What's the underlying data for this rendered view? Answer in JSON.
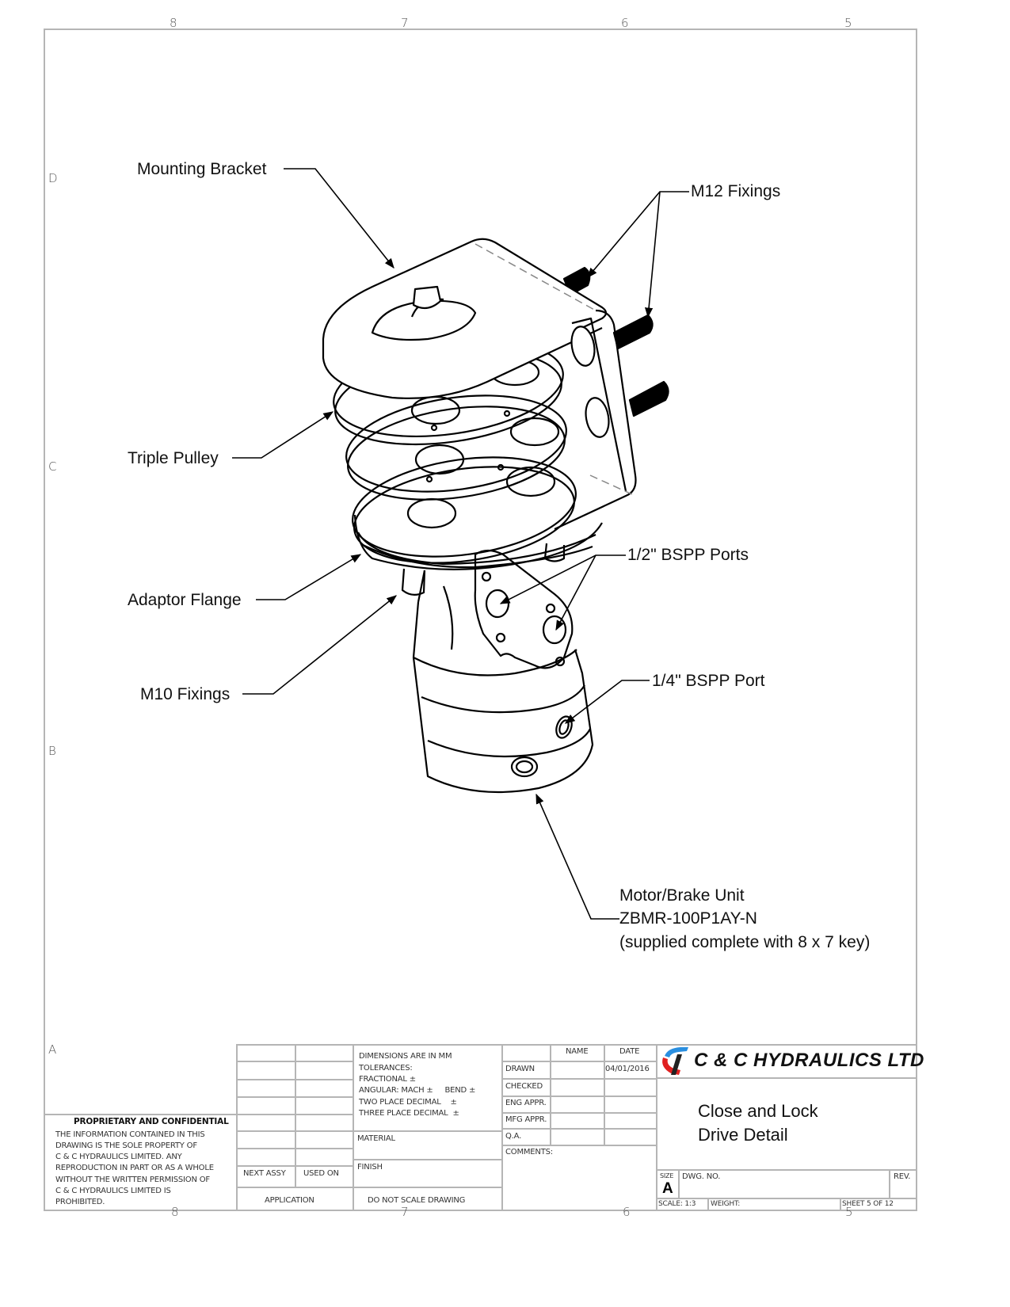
{
  "zones": {
    "columns_top": [
      "8",
      "7",
      "6",
      "5"
    ],
    "columns_bottom": [
      "8",
      "7",
      "6",
      "5"
    ],
    "rows": [
      "D",
      "C",
      "B",
      "A"
    ]
  },
  "callouts": {
    "mounting_bracket": "Mounting Bracket",
    "m12_fixings": "M12 Fixings",
    "triple_pulley": "Triple Pulley",
    "bspp_ports_half": "1/2\" BSPP Ports",
    "adaptor_flange": "Adaptor Flange",
    "m10_fixings": "M10 Fixings",
    "bspp_port_quarter": "1/4\" BSPP Port",
    "motor_brake_line1": "Motor/Brake Unit",
    "motor_brake_line2": "ZBMR-100P1AY-N",
    "motor_brake_line3": "(supplied complete with 8 x 7 key)"
  },
  "title_block": {
    "proprietary_heading": "PROPRIETARY AND CONFIDENTIAL",
    "proprietary_lines": [
      "THE INFORMATION CONTAINED IN THIS",
      "DRAWING IS THE SOLE PROPERTY OF",
      "C & C HYDRAULICS LIMITED.  ANY",
      "REPRODUCTION IN PART OR AS A WHOLE",
      "WITHOUT THE WRITTEN PERMISSION OF",
      "C & C HYDRAULICS LIMITED  IS",
      "PROHIBITED."
    ],
    "next_assy": "NEXT ASSY",
    "used_on": "USED ON",
    "application": "APPLICATION",
    "do_not_scale": "DO  NOT  SCALE  DRAWING",
    "tolerances": [
      "DIMENSIONS ARE IN MM",
      "TOLERANCES:",
      "FRACTIONAL ±",
      "ANGULAR: MACH ±     BEND ±",
      "TWO PLACE DECIMAL    ±",
      "THREE PLACE DECIMAL  ±"
    ],
    "material": "MATERIAL",
    "finish": "FINISH",
    "name_header": "NAME",
    "date_header": "DATE",
    "approvals": [
      {
        "role": "DRAWN",
        "name": "",
        "date": "04/01/2016"
      },
      {
        "role": "CHECKED",
        "name": "",
        "date": ""
      },
      {
        "role": "ENG APPR.",
        "name": "",
        "date": ""
      },
      {
        "role": "MFG APPR.",
        "name": "",
        "date": ""
      },
      {
        "role": "Q.A.",
        "name": "",
        "date": ""
      }
    ],
    "comments": "COMMENTS:",
    "company": "C & C HYDRAULICS LTD",
    "drawing_title_line1": "Close and Lock",
    "drawing_title_line2": "Drive Detail",
    "size_label": "SIZE",
    "size_value": "A",
    "dwg_no_label": "DWG.  NO.",
    "rev_label": "REV.",
    "scale": "SCALE: 1:3",
    "weight": "WEIGHT:",
    "sheet": "SHEET 5 OF 12"
  },
  "colors": {
    "border": "#b5b5b5",
    "logo_blue": "#2a8fe0",
    "logo_red": "#e02020",
    "logo_dark": "#222222"
  }
}
